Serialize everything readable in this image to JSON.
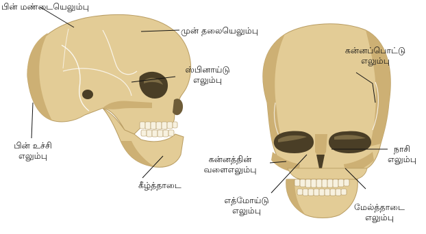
{
  "labels": {
    "occipital": "பின் மண்டையெலும்பு",
    "frontal": "முன் தலையெலும்பு",
    "sphenoid_1": "ஸ்பினாய்டு",
    "sphenoid_2": "எலும்பு",
    "parietal_1": "பின் உச்சி",
    "parietal_2": "எலும்பு",
    "mandible": "கீழ்த்தாடை",
    "temporal_1": "கன்னப்பொட்டு",
    "temporal_2": "எலும்பு",
    "nasal_1": "நாசி",
    "nasal_2": "எலும்பு",
    "zygomatic_1": "கன்னத்தின்",
    "zygomatic_2": "வளைஎலும்பு",
    "ethmoid_1": "எத்மோய்டு",
    "ethmoid_2": "எலும்பு",
    "maxilla_1": "மேல்த்தாடை",
    "maxilla_2": "எலும்பு"
  },
  "colors": {
    "bone": "#e3cc96",
    "bone_shade": "#cdb074",
    "bone_dark": "#a98d55",
    "socket": "#4a3e26",
    "teeth": "#f7f1df",
    "leader": "#111111"
  }
}
